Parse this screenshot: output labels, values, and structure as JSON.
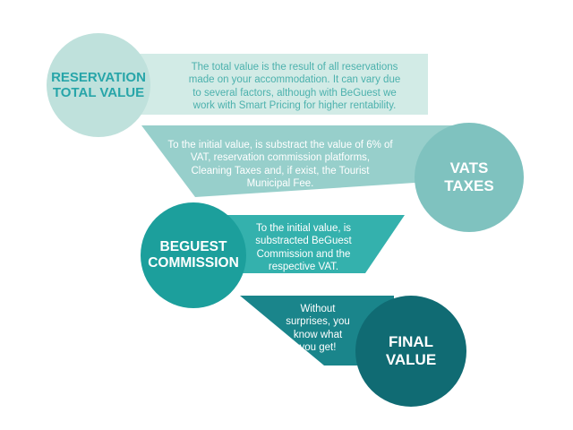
{
  "colors": {
    "stage1_circle": "#bfe1dc",
    "stage1_band": "#d2ebe6",
    "stage2_circle": "#7fc2bf",
    "stage2_band": "#97cfcb",
    "stage3_circle": "#1c9f9c",
    "stage3_band": "#34b1ad",
    "stage4_circle": "#106b73",
    "stage4_band": "#1a858b"
  },
  "stages": [
    {
      "title_lines": [
        "RESERVATION",
        "TOTAL VALUE"
      ],
      "text_lines": [
        "The total value is the result of all reservations",
        "made on your accommodation. It can vary due",
        "to several factors, although with BeGuest we",
        "work with Smart Pricing for higher rentability."
      ]
    },
    {
      "title_lines": [
        "VATS",
        "TAXES"
      ],
      "text_lines": [
        "To the initial value, is substract the value of 6% of",
        "VAT, reservation commission platforms,",
        "Cleaning Taxes and, if exist, the Tourist",
        "Municipal Fee."
      ]
    },
    {
      "title_lines": [
        "BEGUEST",
        "COMMISSION"
      ],
      "text_lines": [
        "To the initial value, is",
        "substracted BeGuest",
        "Commission and the",
        "respective VAT."
      ]
    },
    {
      "title_lines": [
        "FINAL",
        "VALUE"
      ],
      "text_lines": [
        "Without",
        "surprises, you",
        "know what",
        "you get!"
      ]
    }
  ]
}
